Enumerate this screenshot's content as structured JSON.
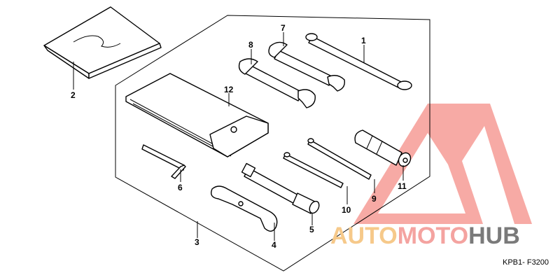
{
  "callouts": {
    "c1": "1",
    "c2": "2",
    "c3": "3",
    "c4": "4",
    "c5": "5",
    "c6": "6",
    "c7": "7",
    "c8": "8",
    "c9": "9",
    "c10": "10",
    "c11": "11",
    "c12": "12"
  },
  "watermark": {
    "part1": "AUTO",
    "part2": "MOTO",
    "part3": "HUB",
    "colors": {
      "auto": "#f6c98a",
      "moto": "#f4a3a0",
      "hub": "#7a7a7a",
      "triangle": "#f2857f"
    }
  },
  "figure_code": "KPB1- F3200"
}
